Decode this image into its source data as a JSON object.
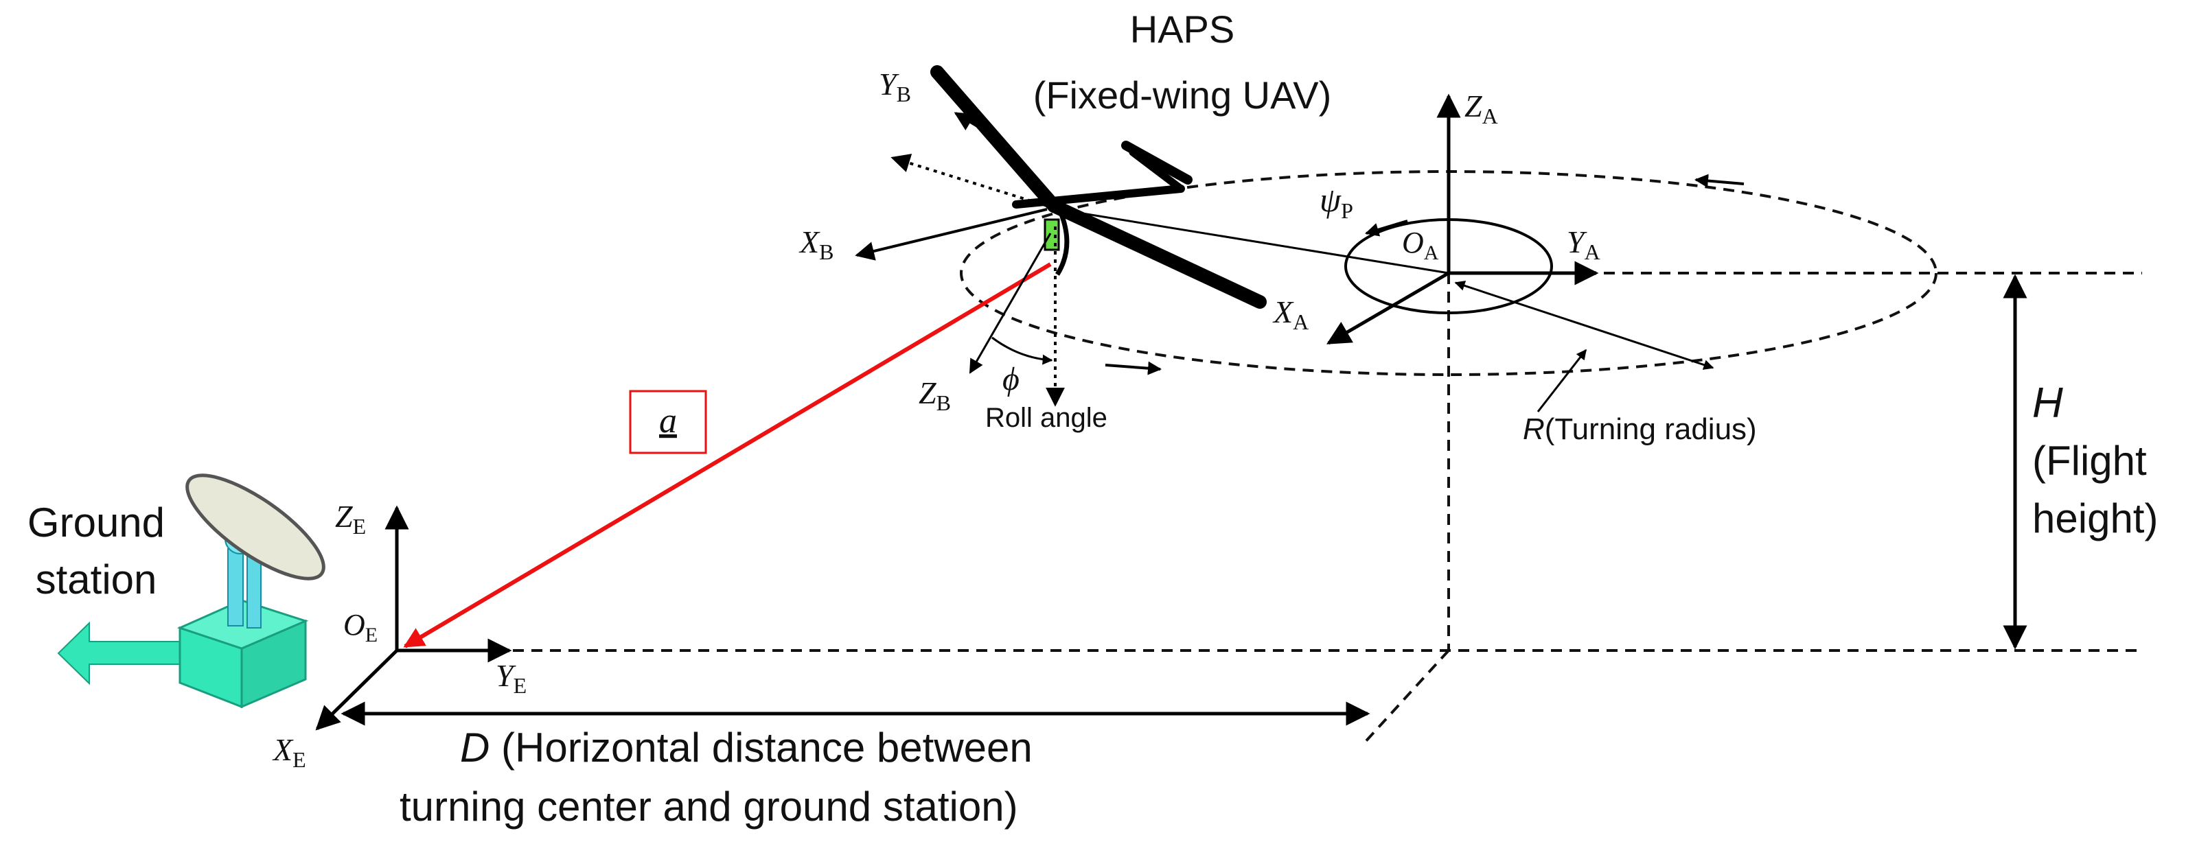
{
  "haps": {
    "line1": "HAPS",
    "line2": "(Fixed-wing UAV)"
  },
  "ground_station": {
    "line1": "Ground",
    "line2": "station"
  },
  "body_frame": {
    "x_main": "X",
    "x_sub": "B",
    "y_main": "Y",
    "y_sub": "B",
    "z_main": "Z",
    "z_sub": "B"
  },
  "turning_frame": {
    "x_main": "X",
    "x_sub": "A",
    "y_main": "Y",
    "y_sub": "A",
    "z_main": "Z",
    "z_sub": "A",
    "o_main": "O",
    "o_sub": "A",
    "psi_main": "ψ",
    "psi_sub": "P"
  },
  "earth_frame": {
    "x_main": "X",
    "x_sub": "E",
    "y_main": "Y",
    "y_sub": "E",
    "z_main": "Z",
    "z_sub": "E",
    "o_main": "O",
    "o_sub": "E"
  },
  "roll": {
    "symbol": "ϕ",
    "label": "Roll angle"
  },
  "vector_a": {
    "label": "a"
  },
  "radius": {
    "symbol": "R",
    "label": "(Turning radius)"
  },
  "height": {
    "symbol": "H",
    "line1": "(Flight",
    "line2": "height)"
  },
  "distance": {
    "symbol": "D",
    "line1": " (Horizontal distance between",
    "line2": "turning center and ground station)"
  },
  "colors": {
    "vector": "#ee1111",
    "ground_station": "#33e6b8",
    "ground_station_dark": "#1a9e80",
    "antenna_pole": "#5fd9e6",
    "uav_body": "#000000",
    "uav_camera": "#66dd44"
  }
}
